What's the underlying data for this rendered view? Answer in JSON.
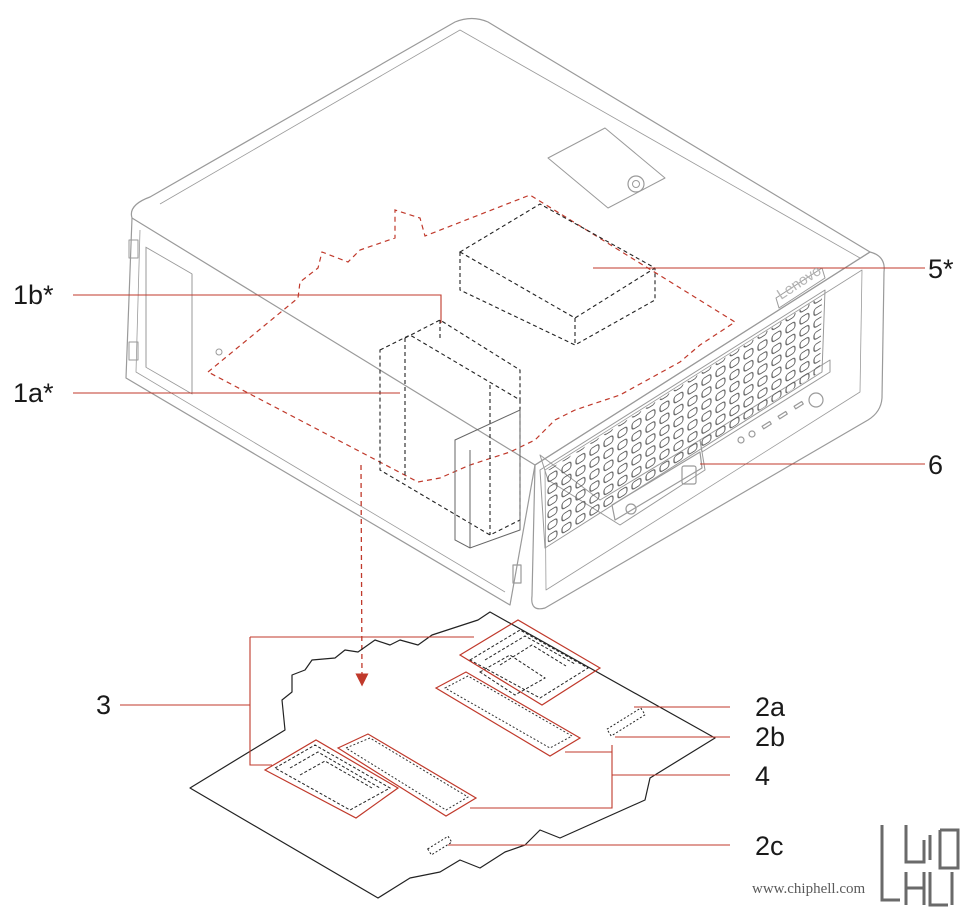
{
  "callouts": {
    "c5": "5*",
    "c1b": "1b*",
    "c1a": "1a*",
    "c6": "6",
    "c3": "3",
    "c2a": "2a",
    "c2b": "2b",
    "c4": "4",
    "c2c": "2c"
  },
  "brand": "Lenovo",
  "watermark": {
    "url": "www.chiphell.com"
  },
  "colors": {
    "leader": "#c0392b",
    "outline": "#222222",
    "chassis": "#9a9a9a",
    "background": "#ffffff"
  }
}
